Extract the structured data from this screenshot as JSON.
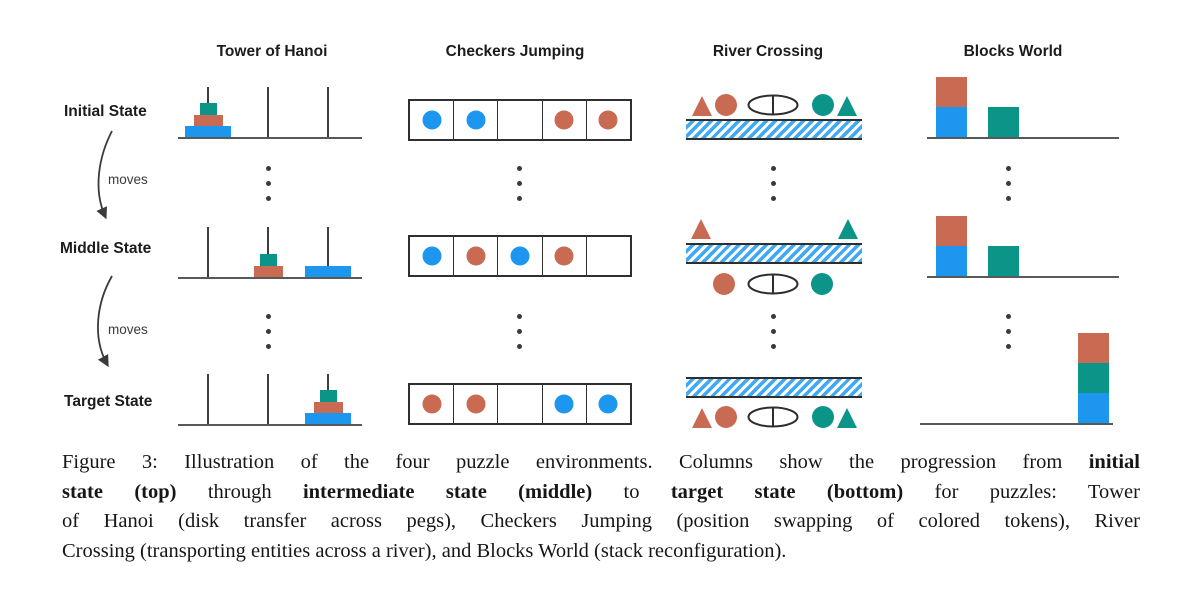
{
  "figure": {
    "columns": [
      {
        "title": "Tower of Hanoi"
      },
      {
        "title": "Checkers Jumping"
      },
      {
        "title": "River Crossing"
      },
      {
        "title": "Blocks World"
      }
    ],
    "rows": [
      {
        "label": "Initial State"
      },
      {
        "label": "Middle State"
      },
      {
        "label": "Target State"
      }
    ],
    "moves_label": "moves",
    "palette": {
      "blue": "#1D96F0",
      "red": "#C96B52",
      "teal": "#0B9589",
      "hatch": "#3FA9F5",
      "ground": "#58595b",
      "ink": "#2e2e2e",
      "dots": "#3a3a3a"
    },
    "hanoi": {
      "disk_size_by_color": {
        "blue": "large",
        "red": "medium",
        "teal": "small"
      },
      "states": {
        "initial": [
          [
            "blue",
            "red",
            "teal"
          ],
          [],
          []
        ],
        "middle": [
          [],
          [
            "red",
            "teal"
          ],
          [
            "blue"
          ]
        ],
        "target": [
          [],
          [],
          [
            "blue",
            "red",
            "teal"
          ]
        ]
      }
    },
    "checkers": {
      "states": {
        "initial": [
          "blue",
          "blue",
          null,
          "red",
          "red"
        ],
        "middle": [
          "blue",
          "red",
          "blue",
          "red",
          null
        ],
        "target": [
          "red",
          "red",
          null,
          "blue",
          "blue"
        ]
      }
    },
    "river": {
      "states": {
        "initial": {
          "above": [
            "triangle-red",
            "circle-red",
            "boat",
            "circle-teal",
            "triangle-teal"
          ],
          "below": []
        },
        "middle": {
          "above": [
            "triangle-red",
            "triangle-teal"
          ],
          "below": [
            "circle-red",
            "boat",
            "circle-teal"
          ]
        },
        "target": {
          "above": [],
          "below": [
            "triangle-red",
            "circle-red",
            "boat",
            "circle-teal",
            "triangle-teal"
          ]
        }
      }
    },
    "blocks": {
      "states": {
        "initial": [
          [
            "blue",
            "red"
          ],
          [
            "teal"
          ]
        ],
        "middle": [
          [
            "blue",
            "red"
          ],
          [
            "teal"
          ]
        ],
        "target": [
          [
            "blue",
            "teal",
            "red"
          ]
        ]
      }
    }
  },
  "caption": {
    "lines": [
      [
        {
          "t": "Figure 3: Illustration of the four puzzle environments. Columns show the progression from ",
          "b": false
        },
        {
          "t": "initial",
          "b": true
        }
      ],
      [
        {
          "t": "state (top)",
          "b": true
        },
        {
          "t": " through ",
          "b": false
        },
        {
          "t": "intermediate state (middle)",
          "b": true
        },
        {
          "t": " to ",
          "b": false
        },
        {
          "t": "target state (bottom)",
          "b": true
        },
        {
          "t": " for puzzles: Tower",
          "b": false
        }
      ],
      [
        {
          "t": "of Hanoi (disk transfer across pegs), Checkers Jumping (position swapping of colored tokens), River",
          "b": false
        }
      ],
      [
        {
          "t": "Crossing (transporting entities across a river), and Blocks World (stack reconfiguration).",
          "b": false
        }
      ]
    ]
  }
}
